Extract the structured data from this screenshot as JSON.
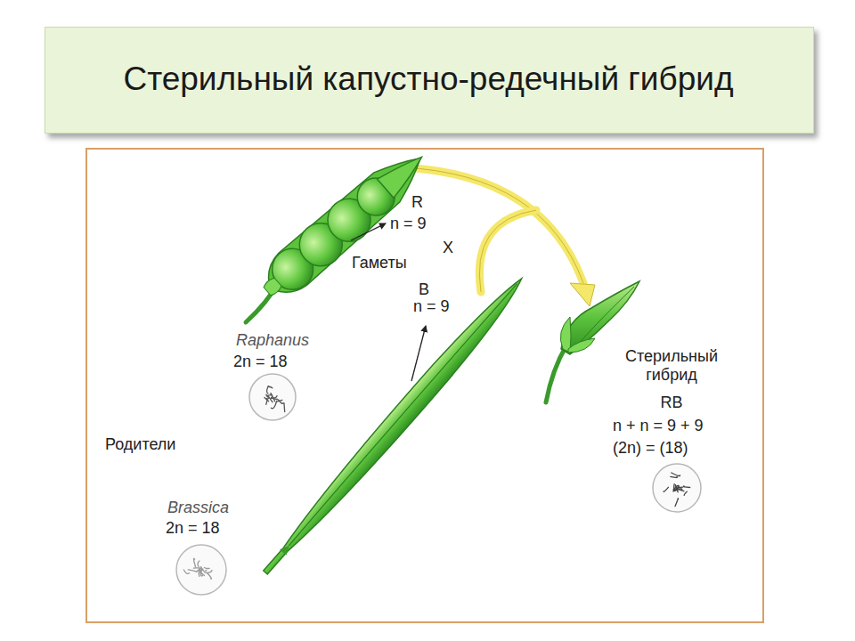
{
  "diagram": {
    "title": "Стерильный капустно-редечный гибрид",
    "labels": [
      "R",
      "n = 9",
      "Гаметы",
      "X",
      "B",
      "n = 9",
      "Raphanus",
      "2n = 18",
      "Родители",
      "Brassica",
      "2n = 18",
      "Стерильный гибрид",
      "RB",
      "n + n = 9 + 9",
      "(2n) = (18)"
    ]
  }
}
